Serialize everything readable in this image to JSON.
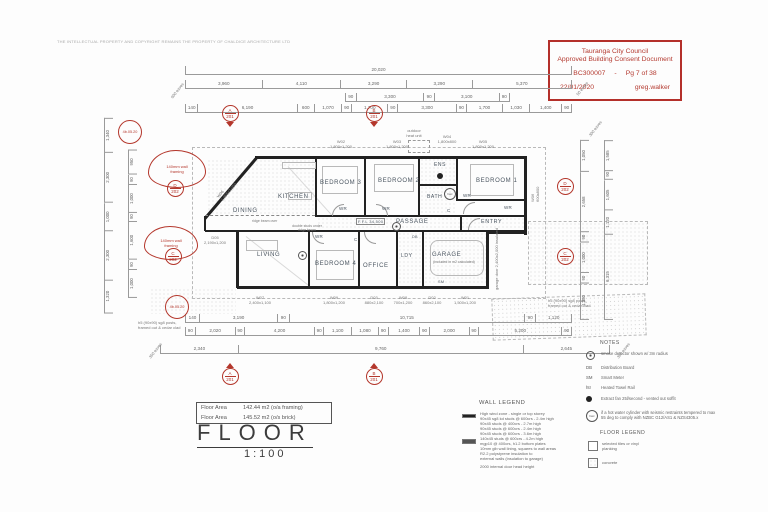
{
  "page": {
    "copyright": "THE INTELLECTUAL PROPERTY AND COPYRIGHT REMAINS THE PROPERTY OF CHALDICE ARCHITECTURE LTD"
  },
  "stamp": {
    "line1": "Tauranga City Council",
    "line2": "Approved Building Consent Document",
    "doc_no": "BC300007",
    "sep": "-",
    "page_no": "Pg 7 of 38",
    "date": "22/01/2020",
    "user": "greg.walker"
  },
  "rooms": {
    "dining": "DINING",
    "kitchen": "KITCHEN",
    "bedroom3": "BEDROOM 3",
    "bedroom2": "BEDROOM 2",
    "ens": "ENS",
    "bath": "BATH",
    "bedroom1": "BEDROOM 1",
    "passage": "PASSAGE",
    "entry": "ENTRY",
    "living": "LIVING",
    "bedroom4": "BEDROOM 4",
    "office": "OFFICE",
    "ldy": "LDY",
    "garage": "GARAGE",
    "garage_note": "(included in m2 calculated)",
    "wr": "WR",
    "c": "C",
    "ffl": "F.F.L 34,500"
  },
  "annotations": {
    "cloud1": "140mm wall\nframing",
    "cloud2": "140mm wall\nframing",
    "detail_ref": "4b.05.20",
    "outdoor_unit": "outdoor\nheat unit",
    "ridge1": "ridge beam over",
    "ridge2": "double studs under\nridge beam",
    "garage_door": "garage door 2,400x2,000 insulated",
    "posts_left": "h5 (90x90) sg8 posts,\nframed out & cedar clad",
    "posts_right": "h5 (90x90) sg8 posts,\nframed out & cedar clad",
    "db": "DB",
    "sm": "SM",
    "hwc": "hwc",
    "w06_side": "W06\n600x800",
    "d05": "D05\n2,190x1,200",
    "w06_diag": "W06\n1,955x2,050"
  },
  "markers": {
    "a": {
      "letter": "A",
      "sheet": "201"
    },
    "b": {
      "letter": "B",
      "sheet": "201"
    },
    "c": {
      "letter": "C",
      "sheet": "202"
    },
    "d": {
      "letter": "D",
      "sheet": "202"
    }
  },
  "dims": {
    "top_overall": [
      "20,020"
    ],
    "top_row2": [
      "3,960",
      "4,110",
      "3,290",
      "3,290",
      "5,370"
    ],
    "top_row3": [
      "90",
      "3,300",
      "90",
      "3,100",
      "90"
    ],
    "top_row4": [
      "140",
      "6,190",
      "600",
      "1,070",
      "90",
      "1,700",
      "90",
      "3,300",
      "90",
      "1,700",
      "1,030",
      "1,400",
      "90"
    ],
    "bottom_row2": [
      "140",
      "3,190",
      "90",
      "10,715",
      "90",
      "1,120"
    ],
    "bottom_row3": [
      "90",
      "2,020",
      "90",
      "4,200",
      "90",
      "1,100",
      "1,080",
      "90",
      "1,400",
      "90",
      "2,000",
      "90",
      "5,200",
      "90"
    ],
    "bottom_row4": [
      "2,340",
      "9,760",
      "2,645"
    ],
    "left_col1": [
      "1,340",
      "2,300",
      "1,000",
      "2,300",
      "1,320"
    ],
    "left_col2": [
      "950",
      "90",
      "1,000",
      "90",
      "1,600",
      "90",
      "1,000"
    ],
    "right_col1": [
      "1,050",
      "2,658",
      "90",
      "1,000",
      "90",
      "1,380"
    ],
    "right_col2": [
      "1,585",
      "90",
      "1,605",
      "1,120",
      "6,315"
    ],
    "eaves_top_left": "600 eaves",
    "eaves_top_right": "50 eaves",
    "eaves_right": "300 eaves",
    "eaves_bottom_left": "350 eaves",
    "eaves_bottom_right": "350 eaves"
  },
  "window_tags_top": [
    "W02\n1,800x1,200",
    "W03\n1,800x1,200",
    "W04\n1,800x800",
    "W05\n1,800x1,200"
  ],
  "window_tags_bottom": [
    "W07\n2,400x1,100",
    "W09\n1,800x1,200",
    "D03\n880x2,100",
    "W08\n700x1,200",
    "D02\n860x2,100",
    "W01\n1,500x1,200"
  ],
  "floor_area": {
    "rows": [
      {
        "label": "Floor Area",
        "value": "142.44 m2 (o/a framing)"
      },
      {
        "label": "Floor Area",
        "value": "145.52 m2 (o/s brick)"
      }
    ]
  },
  "title": {
    "name": "FLOOR",
    "scale": "1:100"
  },
  "wall_legend": {
    "heading": "WALL LEGEND",
    "item1": "High wind zone - single or top storey\n90x45 sg8 kd studs @ 600crs - 2.4m high\n90x45 studs @ 400crs - 2.7m high\n90x45 studs @ 600crs - 2.4m high\n90x45 studs @ 600crs - 3.6m high",
    "item2": "140x45 studs @ 600crs - 4.2m high\nmgp10 @ 400crs, h1.2 bottom plates\n10mm gib wall lining, squares to wall areas\nR2.2 polystyrene insulation to\nexternal walls (insulation to garage)",
    "door_note": "2000 internal door head height"
  },
  "notes": {
    "heading": "NOTES",
    "items": [
      {
        "symbol": "sd",
        "text": "smoke detector shown w/ 3m radius"
      },
      {
        "symbol": "DB",
        "text": "Distribution Board"
      },
      {
        "symbol": "SM",
        "text": "Smart Meter"
      },
      {
        "symbol": "htr",
        "text": "Heated Towel Rail"
      },
      {
        "symbol": "fan",
        "text": "Extract fan 25l/second - vented out soffit"
      },
      {
        "symbol": "hwc",
        "text": "if a hot water cylinder with seismic restraints tempered to max 55 deg to comply with NZBC G12/AS1 & NZS4305.x"
      }
    ]
  },
  "floor_legend": {
    "heading": "FLOOR LEGEND",
    "item1": "selected tiles or vinyl\nplanking",
    "item2": "concrete"
  }
}
